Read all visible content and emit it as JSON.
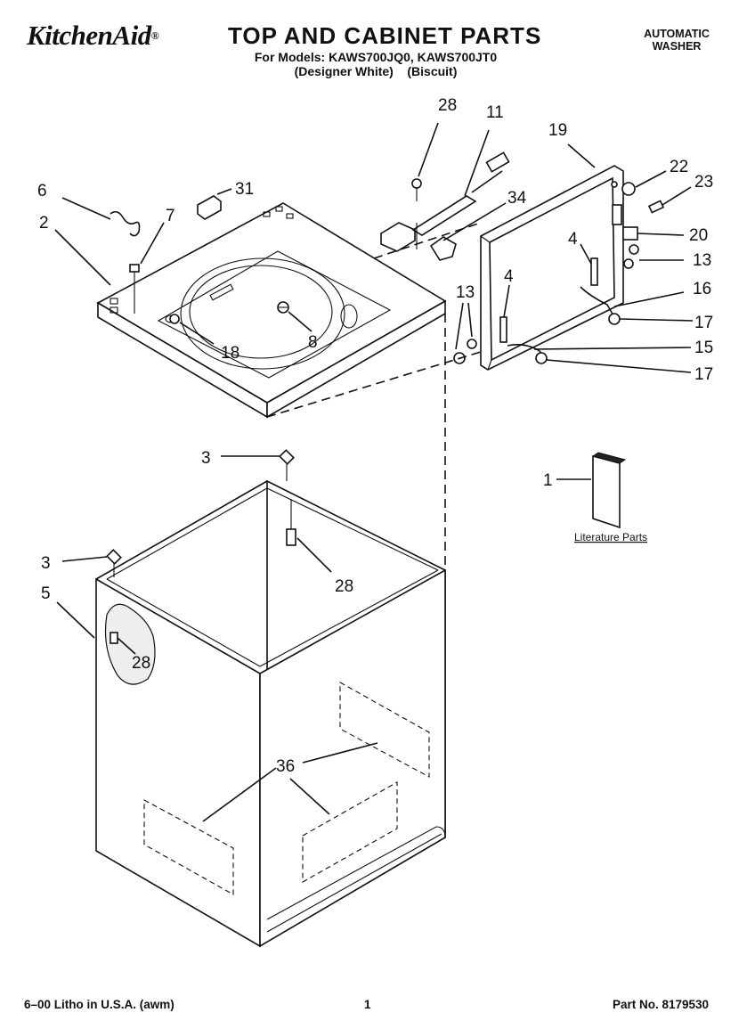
{
  "header": {
    "brand": "KitchenAid",
    "brand_mark": "®",
    "title": "TOP AND CABINET PARTS",
    "models_line1": "For Models: KAWS700JQ0, KAWS700JT0",
    "models_line2": "(Designer White)    (Biscuit)",
    "appliance_line1": "AUTOMATIC",
    "appliance_line2": "WASHER"
  },
  "callouts": [
    "28",
    "11",
    "19",
    "22",
    "23",
    "6",
    "31",
    "7",
    "34",
    "2",
    "20",
    "4",
    "13",
    "16",
    "13",
    "4",
    "17",
    "8",
    "15",
    "18",
    "17",
    "3",
    "1",
    "3",
    "28",
    "5",
    "28",
    "36"
  ],
  "literature_label": "Literature Parts",
  "footer": {
    "left": "6–00 Litho in U.S.A. (awm)",
    "page": "1",
    "part_no": "Part No. 8179530"
  }
}
